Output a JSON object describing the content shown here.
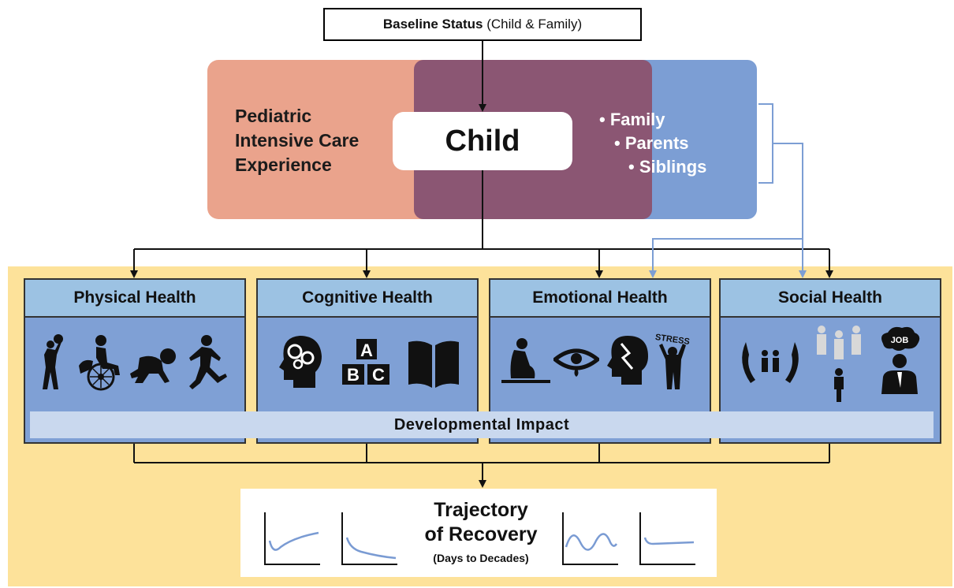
{
  "baseline": {
    "bold": "Baseline Status",
    "rest": " (Child & Family)"
  },
  "pice": {
    "lines": [
      "Pediatric",
      "Intensive Care",
      "Experience"
    ]
  },
  "child": {
    "label": "Child"
  },
  "family": {
    "items": [
      "Family",
      "Parents",
      "Siblings"
    ],
    "bullet": "•"
  },
  "domains": [
    {
      "label": "Physical Health",
      "icons": [
        "basketball-player-icon",
        "wheelchair-child-icon",
        "crawling-baby-icon",
        "running-child-icon"
      ]
    },
    {
      "label": "Cognitive Health",
      "icons": [
        "brain-gears-icon",
        "abc-blocks-icon",
        "open-book-icon"
      ]
    },
    {
      "label": "Emotional Health",
      "icons": [
        "sad-sitting-person-icon",
        "crying-eye-icon",
        "broken-head-icon",
        "stressed-person-icon"
      ]
    },
    {
      "label": "Social Health",
      "icons": [
        "hands-family-icon",
        "people-group-icon",
        "job-person-icon"
      ]
    }
  ],
  "developmental_impact": "Developmental Impact",
  "stress_label": "STRESS",
  "job_label": "JOB",
  "abc_letters": [
    "A",
    "B",
    "C"
  ],
  "trajectory": {
    "title_lines": [
      "Trajectory",
      "of Recovery"
    ],
    "subtitle": "(Days to Decades)",
    "curves": [
      "dip-then-rise-curve",
      "declining-curve",
      "oscillating-curve",
      "flat-curve"
    ]
  },
  "colors": {
    "pice": "#eaa38c",
    "overlap": "#8b5673",
    "family": "#7c9ed4",
    "panel": "#fde29a",
    "domain_head": "#9cc2e3",
    "domain_body": "#7fa0d5",
    "dev_bar": "#c9d8ee",
    "curve": "#7a9bd3",
    "family_connector": "#7c9ed4"
  }
}
